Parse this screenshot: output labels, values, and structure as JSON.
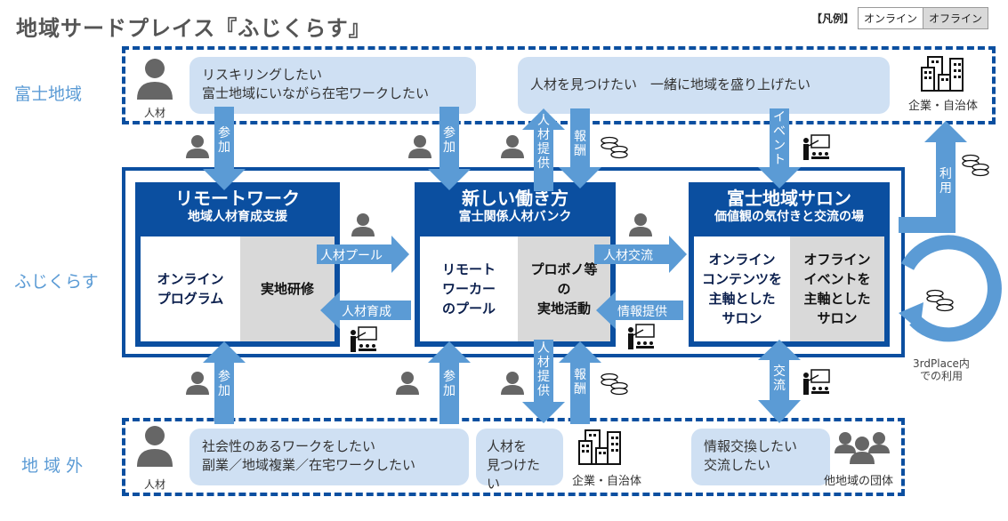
{
  "title": "地域サードプレイス『ふじくらす』",
  "legend": {
    "label": "【凡例】",
    "online": "オンライン",
    "offline": "オフライン"
  },
  "colors": {
    "primary": "#0b4fa0",
    "arrow": "#5b9bd5",
    "bubble": "#cfe0f3",
    "offline_cell": "#d9d9d9",
    "icon": "#666666"
  },
  "regions": {
    "fuji": "富士地域",
    "fujiclass": "ふじくらす",
    "outside": "地 域 外"
  },
  "top_band": {
    "person_label": "人材",
    "bubble1": [
      "リスキリングしたい",
      "富士地域にいながら在宅ワークしたい"
    ],
    "bubble2": "人材を見つけたい　一緒に地域を盛り上げたい",
    "org_label": "企業・自治体"
  },
  "bottom_band": {
    "person_label": "人材",
    "bubble1": [
      "社会性のあるワークをしたい",
      "副業／地域複業／在宅ワークしたい"
    ],
    "bubble2": [
      "人材を",
      "見つけたい"
    ],
    "org_label": "企業・自治体",
    "bubble3": [
      "情報交換したい",
      "交流したい"
    ],
    "group_label": "他地域の団体"
  },
  "cards": [
    {
      "title": "リモートワーク",
      "subtitle": "地域人材育成支援",
      "online": [
        "オンライン",
        "プログラム"
      ],
      "offline": [
        "実地研修"
      ]
    },
    {
      "title": "新しい働き方",
      "subtitle": "富士関係人材バンク",
      "online": [
        "リモート",
        "ワーカー",
        "のプール"
      ],
      "offline": [
        "プロボノ等",
        "の",
        "実地活動"
      ]
    },
    {
      "title": "富士地域サロン",
      "subtitle": "価値観の気付きと交流の場",
      "online": [
        "オンライン",
        "コンテンツを",
        "主軸とした",
        "サロン"
      ],
      "offline": [
        "オフライン",
        "イベントを",
        "主軸とした",
        "サロン"
      ]
    }
  ],
  "arrows": {
    "join": "参加",
    "talent_supply": "人材提供",
    "reward": "報酬",
    "event": "イベント",
    "use": "利用",
    "talent_pool": "人材プール",
    "talent_training": "人材育成",
    "talent_exchange": "人材交流",
    "info_provide": "情報提供",
    "exchange": "交流"
  },
  "loop_label": [
    "3rdPlace内",
    "での利用"
  ]
}
